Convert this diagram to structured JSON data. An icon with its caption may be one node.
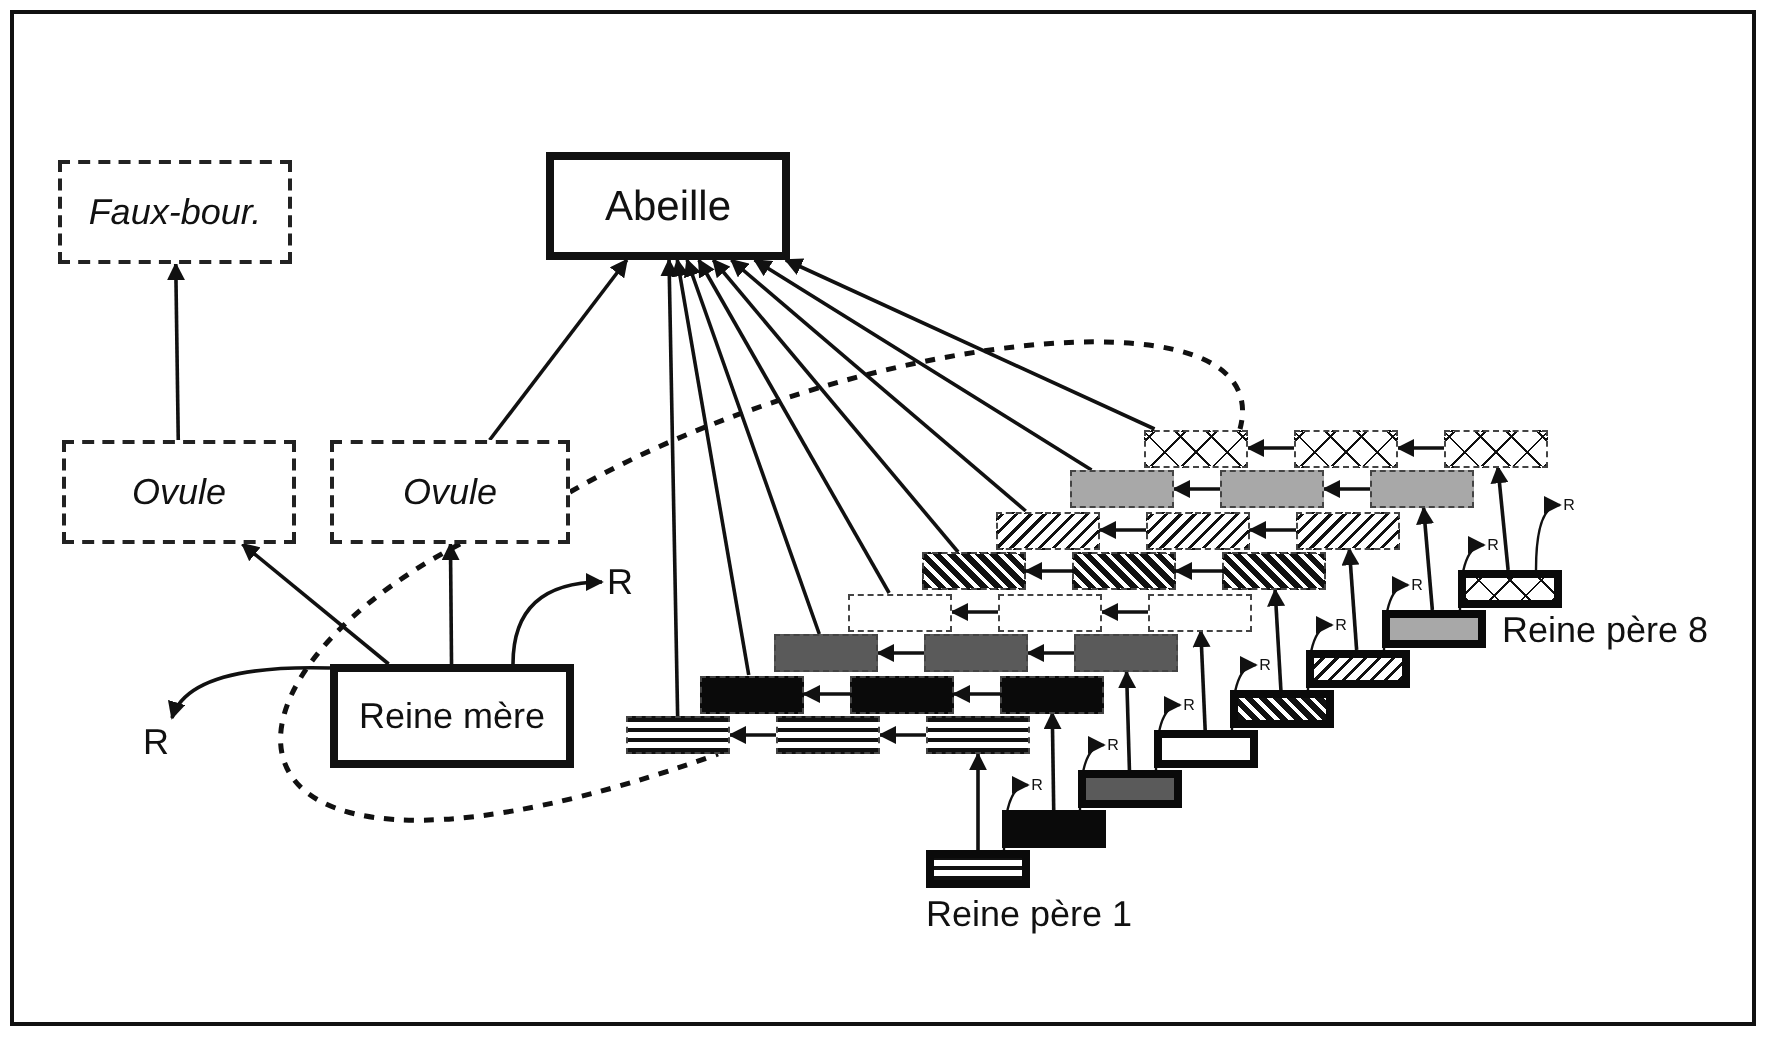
{
  "diagram": {
    "nodes": [
      {
        "text": [
          "Abeille"
        ]
      },
      {
        "text": [
          "Faux-bour."
        ]
      },
      {
        "text": [
          "Ovule"
        ]
      },
      {
        "text": [
          "Ovule"
        ]
      },
      {
        "text": [
          "Reine mère"
        ]
      },
      {
        "text": [
          "R"
        ]
      },
      {
        "text": [
          "R"
        ]
      },
      {
        "text": [],
        "shape": "box"
      },
      {
        "text": [],
        "shape": "box"
      },
      {
        "text": [],
        "shape": "box"
      },
      {
        "text": [],
        "shape": "box"
      },
      {
        "text": [],
        "shape": "box"
      },
      {
        "text": [],
        "shape": "box"
      },
      {
        "text": [],
        "shape": "box"
      },
      {
        "text": [],
        "shape": "box"
      },
      {
        "text": [],
        "shape": "box"
      },
      {
        "text": [],
        "shape": "box"
      },
      {
        "text": [],
        "shape": "box"
      },
      {
        "text": [],
        "shape": "box"
      },
      {
        "text": [],
        "shape": "box"
      },
      {
        "text": [],
        "shape": "box"
      },
      {
        "text": [],
        "shape": "box"
      },
      {
        "text": [],
        "shape": "box"
      },
      {
        "text": [],
        "shape": "box"
      },
      {
        "text": [],
        "shape": "box"
      },
      {
        "text": [],
        "shape": "box"
      },
      {
        "text": [],
        "shape": "box"
      },
      {
        "text": [],
        "shape": "box"
      },
      {
        "text": [],
        "shape": "box"
      },
      {
        "text": [],
        "shape": "box"
      },
      {
        "text": [],
        "shape": "box"
      },
      {
        "text": [],
        "shape": "box",
        "beside": [
          "Reine père 1"
        ]
      },
      {
        "text": [],
        "shape": "box"
      },
      {
        "text": [],
        "shape": "box"
      },
      {
        "text": [],
        "shape": "box"
      },
      {
        "text": [],
        "shape": "box"
      },
      {
        "text": [],
        "shape": "box"
      },
      {
        "text": [],
        "shape": "box"
      },
      {
        "text": [],
        "shape": "box",
        "beside": [
          "Reine père 8"
        ]
      },
      {
        "text": [
          "R"
        ]
      },
      {
        "text": [
          "R"
        ]
      },
      {
        "text": [
          "R"
        ]
      },
      {
        "text": [
          "R"
        ]
      },
      {
        "text": [
          "R"
        ]
      },
      {
        "text": [
          "R"
        ]
      },
      {
        "text": [
          "R"
        ]
      },
      {
        "text": [
          "R"
        ]
      }
    ],
    "edges": [
      {
        "from": 2,
        "to": 1,
        "arrow": "to"
      },
      {
        "from": 4,
        "to": 2,
        "arrow": "to"
      },
      {
        "from": 4,
        "to": 3,
        "arrow": "to"
      },
      {
        "from": 3,
        "to": 0,
        "arrow": "to"
      },
      {
        "from": 4,
        "to": 5,
        "arrow": "to"
      },
      {
        "from": 4,
        "to": 6,
        "arrow": "to"
      },
      {
        "from": 3,
        "to": 28,
        "arrow": "none",
        "style": "dashed"
      },
      {
        "from": 3,
        "to": 7,
        "arrow": "none",
        "style": "dashed"
      },
      {
        "from": 7,
        "to": 0,
        "arrow": "to"
      },
      {
        "from": 10,
        "to": 0,
        "arrow": "to"
      },
      {
        "from": 13,
        "to": 0,
        "arrow": "to"
      },
      {
        "from": 16,
        "to": 0,
        "arrow": "to"
      },
      {
        "from": 19,
        "to": 0,
        "arrow": "to"
      },
      {
        "from": 22,
        "to": 0,
        "arrow": "to"
      },
      {
        "from": 25,
        "to": 0,
        "arrow": "to"
      },
      {
        "from": 28,
        "to": 0,
        "arrow": "to"
      },
      {
        "from": 9,
        "to": 8,
        "arrow": "to"
      },
      {
        "from": 8,
        "to": 7,
        "arrow": "to"
      },
      {
        "from": 12,
        "to": 11,
        "arrow": "to"
      },
      {
        "from": 11,
        "to": 10,
        "arrow": "to"
      },
      {
        "from": 15,
        "to": 14,
        "arrow": "to"
      },
      {
        "from": 14,
        "to": 13,
        "arrow": "to"
      },
      {
        "from": 18,
        "to": 17,
        "arrow": "to"
      },
      {
        "from": 17,
        "to": 16,
        "arrow": "to"
      },
      {
        "from": 21,
        "to": 20,
        "arrow": "to"
      },
      {
        "from": 20,
        "to": 19,
        "arrow": "to"
      },
      {
        "from": 24,
        "to": 23,
        "arrow": "to"
      },
      {
        "from": 23,
        "to": 22,
        "arrow": "to"
      },
      {
        "from": 27,
        "to": 26,
        "arrow": "to"
      },
      {
        "from": 26,
        "to": 25,
        "arrow": "to"
      },
      {
        "from": 30,
        "to": 29,
        "arrow": "to"
      },
      {
        "from": 29,
        "to": 28,
        "arrow": "to"
      },
      {
        "from": 31,
        "to": 9,
        "arrow": "to"
      },
      {
        "from": 32,
        "to": 12,
        "arrow": "to"
      },
      {
        "from": 33,
        "to": 15,
        "arrow": "to"
      },
      {
        "from": 34,
        "to": 18,
        "arrow": "to"
      },
      {
        "from": 35,
        "to": 21,
        "arrow": "to"
      },
      {
        "from": 36,
        "to": 24,
        "arrow": "to"
      },
      {
        "from": 37,
        "to": 27,
        "arrow": "to"
      },
      {
        "from": 38,
        "to": 30,
        "arrow": "to"
      },
      {
        "from": 31,
        "to": 39,
        "arrow": "to"
      },
      {
        "from": 32,
        "to": 40,
        "arrow": "to"
      },
      {
        "from": 33,
        "to": 41,
        "arrow": "to"
      },
      {
        "from": 34,
        "to": 42,
        "arrow": "to"
      },
      {
        "from": 35,
        "to": 43,
        "arrow": "to"
      },
      {
        "from": 36,
        "to": 44,
        "arrow": "to"
      },
      {
        "from": 37,
        "to": 45,
        "arrow": "to"
      },
      {
        "from": 38,
        "to": 46,
        "arrow": "to"
      }
    ]
  }
}
